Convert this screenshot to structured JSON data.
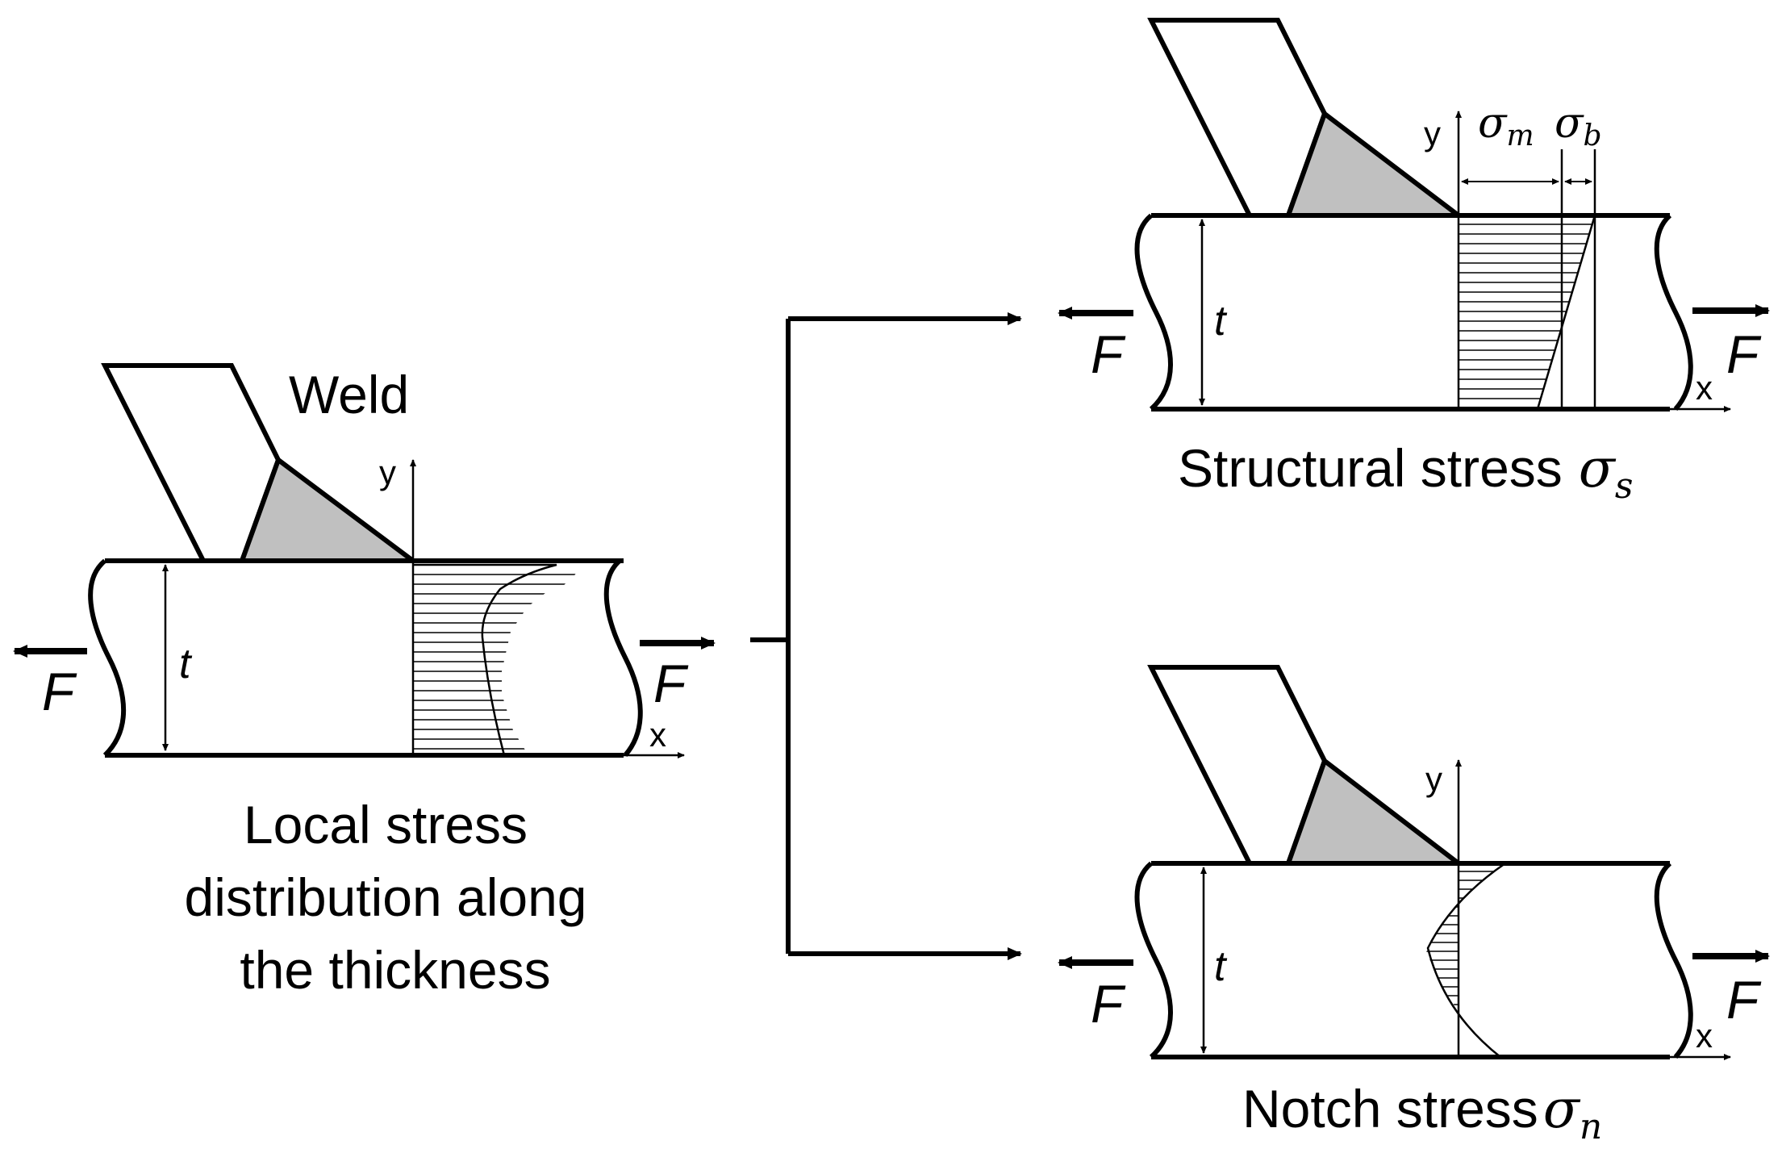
{
  "local": {
    "weld_label": "Weld",
    "thickness_symbol": "t",
    "axis_y": "y",
    "axis_x": "x",
    "force_left": "F",
    "force_right": "F",
    "caption_line1": "Local stress",
    "caption_line2": "distribution along",
    "caption_line3": "the thickness"
  },
  "structural": {
    "thickness_symbol": "t",
    "axis_y": "y",
    "axis_x": "x",
    "force_left": "F",
    "force_right": "F",
    "sigma_m_base": "σ",
    "sigma_m_sub": "m",
    "sigma_b_base": "σ",
    "sigma_b_sub": "b",
    "caption_text": "Structural stress",
    "caption_sigma_base": "σ",
    "caption_sigma_sub": "s"
  },
  "notch": {
    "thickness_symbol": "t",
    "axis_y": "y",
    "axis_x": "x",
    "force_left": "F",
    "force_right": "F",
    "caption_text": "Notch stress",
    "caption_sigma_base": "σ",
    "caption_sigma_sub": "n"
  },
  "colors": {
    "line": "#000000",
    "weld_fill": "#c0c0c0",
    "background": "#ffffff"
  }
}
